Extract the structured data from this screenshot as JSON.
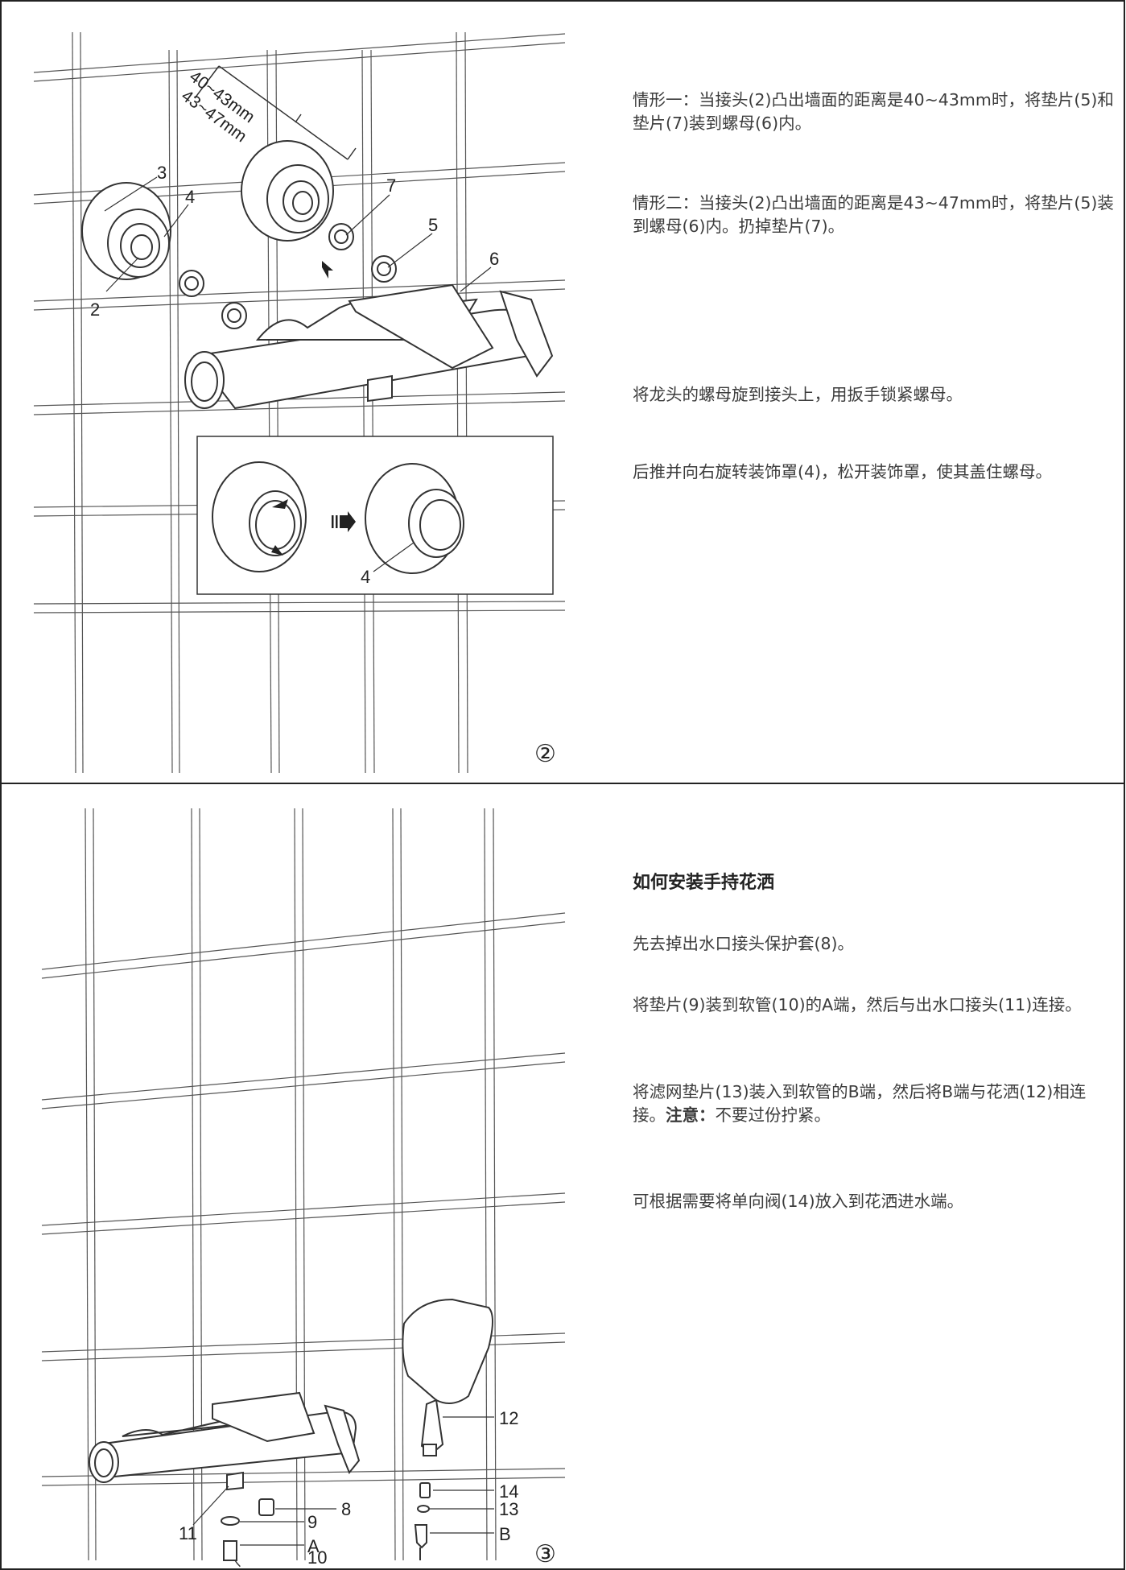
{
  "step2": {
    "number": "②",
    "dimensions": {
      "range_a": "40~43mm",
      "range_b": "43~47mm"
    },
    "labels": {
      "part2": "2",
      "part3": "3",
      "part4": "4",
      "part5": "5",
      "part6": "6",
      "part7": "7",
      "detail_part4": "4"
    },
    "texts": [
      "情形一：当接头(2)凸出墙面的距离是40~43mm时，将垫片(5)和垫片(7)装到螺母(6)内。",
      "情形二：当接头(2)凸出墙面的距离是43~47mm时，将垫片(5)装到螺母(6)内。扔掉垫片(7)。",
      "将龙头的螺母旋到接头上，用扳手锁紧螺母。",
      "后推并向右旋转装饰罩(4)，松开装饰罩，使其盖住螺母。"
    ]
  },
  "step3": {
    "number": "③",
    "heading": "如何安装手持花洒",
    "labels": {
      "part8": "8",
      "part9": "9",
      "part10": "10",
      "part11": "11",
      "part12": "12",
      "part13": "13",
      "part14": "14",
      "end_a": "A",
      "end_b": "B"
    },
    "texts": [
      "先去掉出水口接头保护套(8)。",
      "将垫片(9)装到软管(10)的A端，然后与出水口接头(11)连接。",
      "将滤网垫片(13)装入到软管的B端，然后将B端与花洒(12)相连接。",
      "可根据需要将单向阀(14)放入到花洒进水端。"
    ],
    "note_label": "注意：",
    "note_text": "不要过份拧紧。"
  }
}
